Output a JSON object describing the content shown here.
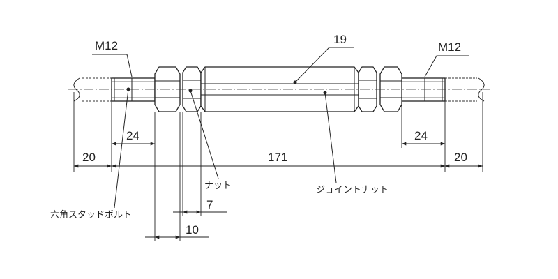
{
  "labels": {
    "bolt_size_left": "M12",
    "bolt_size_right": "M12",
    "joint_nut_width": "19",
    "nut": "ナット",
    "joint_nut": "ジョイントナット",
    "hex_stud_bolt": "六角スタッドボルト"
  },
  "dimensions": {
    "extension_left": "20",
    "extension_right": "20",
    "thread_left": "24",
    "thread_right": "24",
    "overall": "171",
    "nut_thickness": "7",
    "gap": "10"
  }
}
